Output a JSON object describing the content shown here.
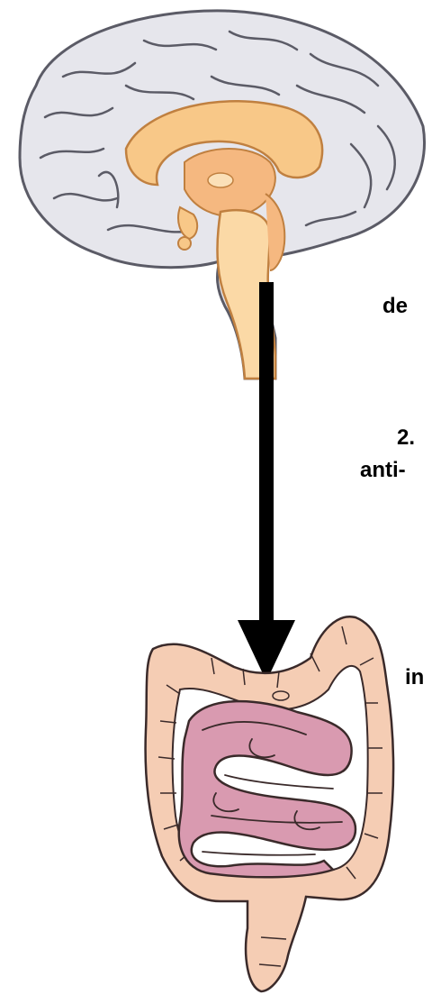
{
  "labels": {
    "brain_caption": "de",
    "arrow_caption_line1": "2.",
    "arrow_caption_line2": "anti-",
    "intestine_caption": "in"
  },
  "colors": {
    "brain_cortex": "#e6e6ec",
    "brain_outline": "#5b5b66",
    "brain_inner": "#f8c888",
    "brainstem": "#fbd9a6",
    "arrow": "#000000",
    "colon": "#f5cdb4",
    "small_intestine": "#d99ab0",
    "outline": "#3a2a2a"
  },
  "icons": [
    "brain-icon",
    "intestine-icon",
    "down-arrow-icon"
  ]
}
